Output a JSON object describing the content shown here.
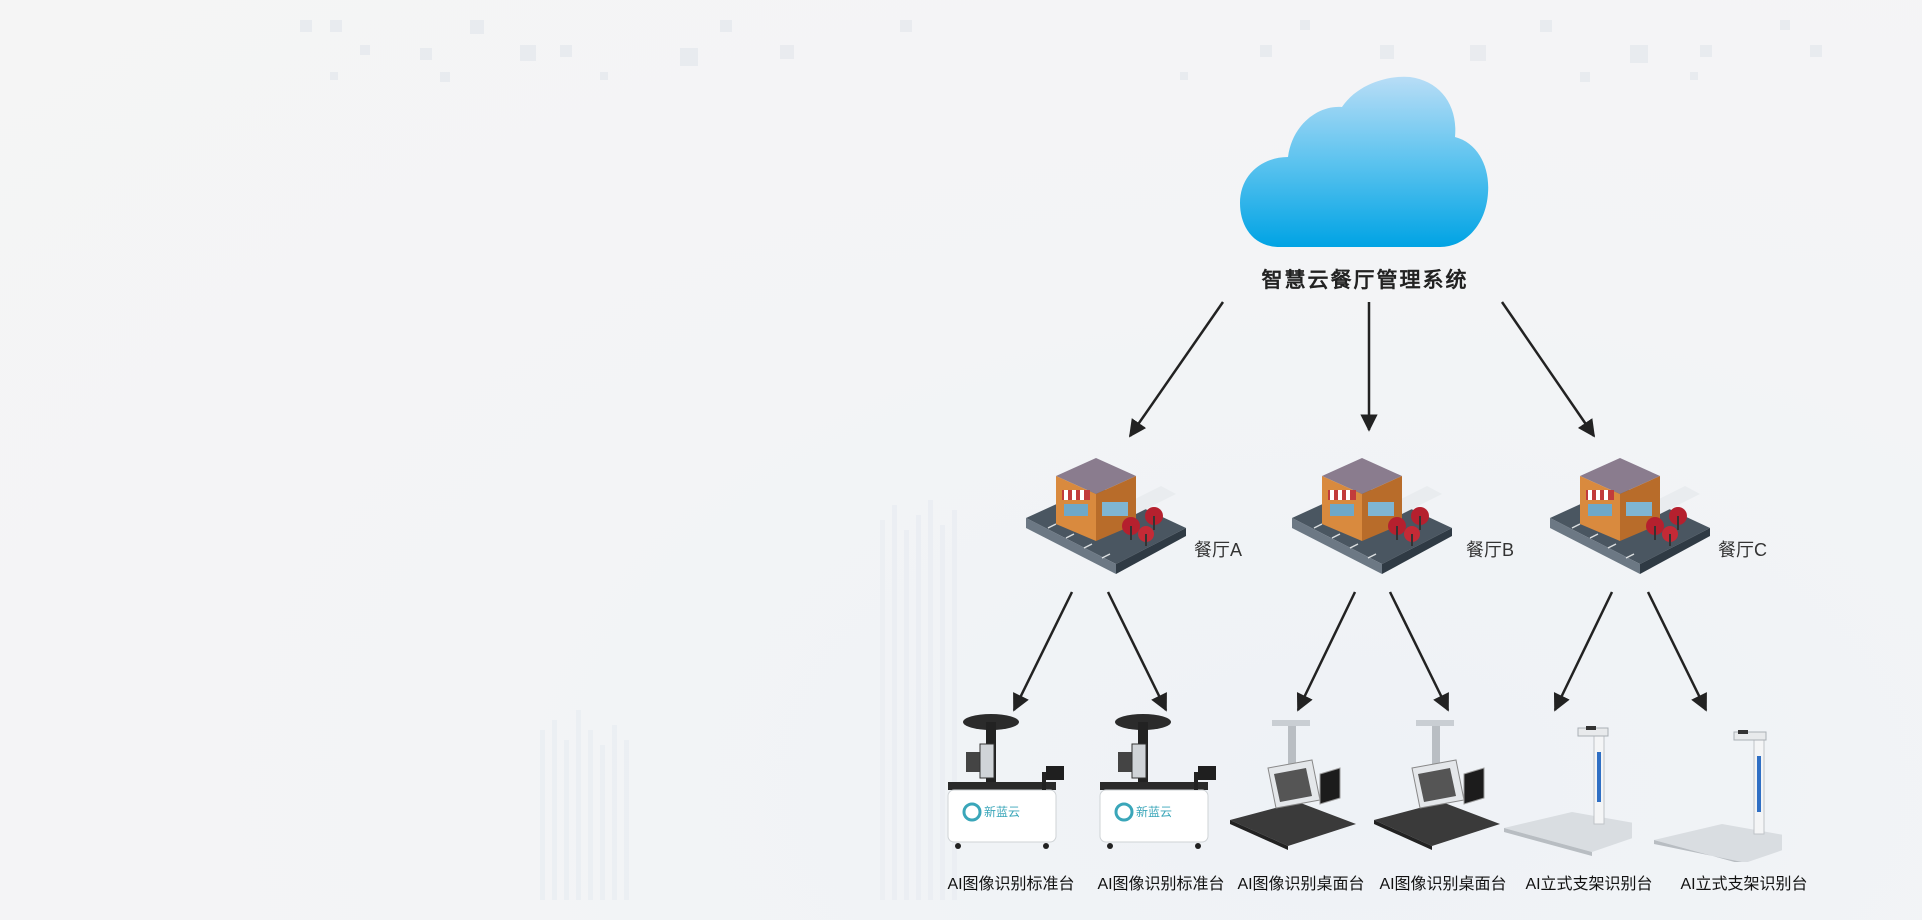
{
  "system": {
    "title": "智慧云餐厅管理系统",
    "icon": "cloud-icon"
  },
  "restaurants": [
    {
      "label": "餐厅A",
      "icon": "restaurant-building-icon"
    },
    {
      "label": "餐厅B",
      "icon": "restaurant-building-icon"
    },
    {
      "label": "餐厅C",
      "icon": "restaurant-building-icon"
    }
  ],
  "devices": [
    {
      "label": "AI图像识别标准台",
      "icon": "standard-station-icon",
      "brand": "新蓝云"
    },
    {
      "label": "AI图像识别标准台",
      "icon": "standard-station-icon",
      "brand": "新蓝云"
    },
    {
      "label": "AI图像识别桌面台",
      "icon": "desktop-station-icon"
    },
    {
      "label": "AI图像识别桌面台",
      "icon": "desktop-station-icon"
    },
    {
      "label": "AI立式支架识别台",
      "icon": "stand-station-icon"
    },
    {
      "label": "AI立式支架识别台",
      "icon": "stand-station-icon"
    }
  ],
  "colors": {
    "cloud_top": "#b5dcf6",
    "cloud_bottom": "#00a6e6",
    "arrow": "#222222",
    "brand_teal": "#3aa6b9"
  }
}
